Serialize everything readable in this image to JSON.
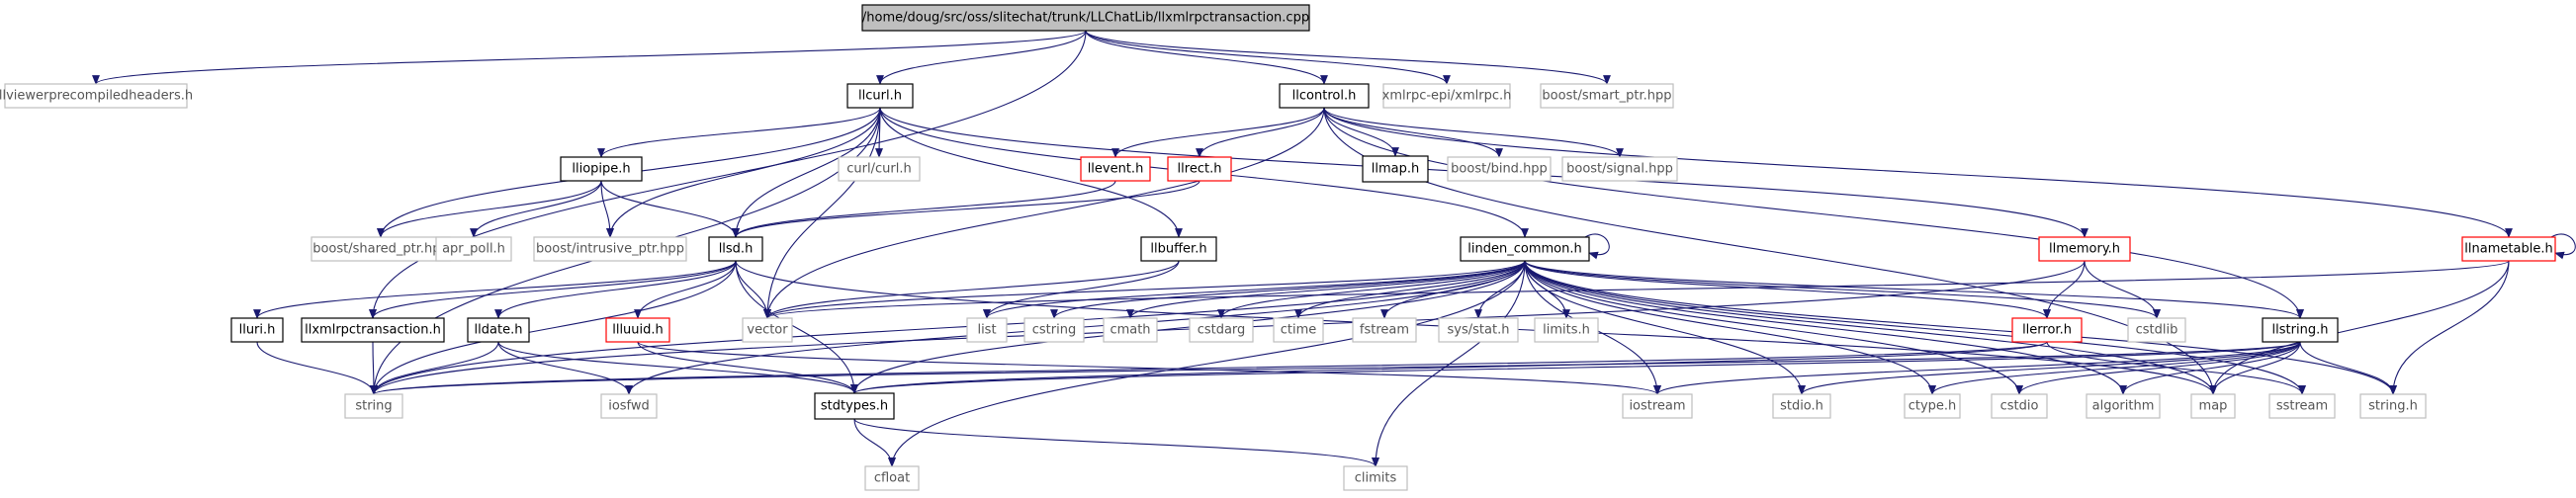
{
  "diagram": {
    "colors": {
      "edge": "#191970",
      "root_fill": "#bfbfbf",
      "documented_border": "#000000",
      "external_border": "#bfbfbf",
      "truncated_border": "#ff0000",
      "external_text": "#555555",
      "text": "#000000"
    },
    "nodes": [
      {
        "id": "root",
        "label": "/home/doug/src/oss/slitechat/trunk/LLChatLib/llxmlrpctransaction.cpp",
        "kind": "root"
      },
      {
        "id": "llviewerprecompiledheaders",
        "label": "llviewerprecompiledheaders.h",
        "kind": "external"
      },
      {
        "id": "llcurl",
        "label": "llcurl.h",
        "kind": "documented"
      },
      {
        "id": "llcontrol",
        "label": "llcontrol.h",
        "kind": "documented"
      },
      {
        "id": "xmlrpcepi",
        "label": "xmlrpc-epi/xmlrpc.h",
        "kind": "external"
      },
      {
        "id": "boostsmartptr",
        "label": "boost/smart_ptr.hpp",
        "kind": "external"
      },
      {
        "id": "lliopipe",
        "label": "lliopipe.h",
        "kind": "documented"
      },
      {
        "id": "curlcurl",
        "label": "curl/curl.h",
        "kind": "external"
      },
      {
        "id": "llevent",
        "label": "llevent.h",
        "kind": "truncated"
      },
      {
        "id": "llrect",
        "label": "llrect.h",
        "kind": "truncated"
      },
      {
        "id": "llmap",
        "label": "llmap.h",
        "kind": "documented_bold"
      },
      {
        "id": "boostbind",
        "label": "boost/bind.hpp",
        "kind": "external"
      },
      {
        "id": "boostsignal",
        "label": "boost/signal.hpp",
        "kind": "external"
      },
      {
        "id": "boostshared",
        "label": "boost/shared_ptr.hpp",
        "kind": "external"
      },
      {
        "id": "aprpoll",
        "label": "apr_poll.h",
        "kind": "external"
      },
      {
        "id": "boostintrusive",
        "label": "boost/intrusive_ptr.hpp",
        "kind": "external"
      },
      {
        "id": "llsd",
        "label": "llsd.h",
        "kind": "documented"
      },
      {
        "id": "llbuffer",
        "label": "llbuffer.h",
        "kind": "documented"
      },
      {
        "id": "lindencommon",
        "label": "linden_common.h",
        "kind": "documented"
      },
      {
        "id": "llmemory",
        "label": "llmemory.h",
        "kind": "truncated"
      },
      {
        "id": "llnametable",
        "label": "llnametable.h",
        "kind": "truncated"
      },
      {
        "id": "lluri",
        "label": "lluri.h",
        "kind": "documented"
      },
      {
        "id": "llxmlrpctransaction",
        "label": "llxmlrpctransaction.h",
        "kind": "documented"
      },
      {
        "id": "lldate",
        "label": "lldate.h",
        "kind": "documented"
      },
      {
        "id": "llluuid",
        "label": "llluuid.h",
        "kind": "truncated"
      },
      {
        "id": "vector",
        "label": "vector",
        "kind": "external"
      },
      {
        "id": "list",
        "label": "list",
        "kind": "external"
      },
      {
        "id": "cstring",
        "label": "cstring",
        "kind": "external"
      },
      {
        "id": "cmath",
        "label": "cmath",
        "kind": "external"
      },
      {
        "id": "cstdarg",
        "label": "cstdarg",
        "kind": "external"
      },
      {
        "id": "ctime",
        "label": "ctime",
        "kind": "external"
      },
      {
        "id": "fstream",
        "label": "fstream",
        "kind": "external"
      },
      {
        "id": "sysstat",
        "label": "sys/stat.h",
        "kind": "external"
      },
      {
        "id": "limits",
        "label": "limits.h",
        "kind": "external"
      },
      {
        "id": "llerror",
        "label": "llerror.h",
        "kind": "truncated"
      },
      {
        "id": "cstdlib",
        "label": "cstdlib",
        "kind": "external"
      },
      {
        "id": "llstring",
        "label": "llstring.h",
        "kind": "documented"
      },
      {
        "id": "string",
        "label": "string",
        "kind": "external"
      },
      {
        "id": "iosfwd",
        "label": "iosfwd",
        "kind": "external"
      },
      {
        "id": "stdtypes",
        "label": "stdtypes.h",
        "kind": "documented_bold"
      },
      {
        "id": "iostream",
        "label": "iostream",
        "kind": "external"
      },
      {
        "id": "stdio",
        "label": "stdio.h",
        "kind": "external"
      },
      {
        "id": "ctype",
        "label": "ctype.h",
        "kind": "external"
      },
      {
        "id": "cstdio",
        "label": "cstdio",
        "kind": "external"
      },
      {
        "id": "algorithm",
        "label": "algorithm",
        "kind": "external"
      },
      {
        "id": "map",
        "label": "map",
        "kind": "external"
      },
      {
        "id": "sstream",
        "label": "sstream",
        "kind": "external"
      },
      {
        "id": "stringh",
        "label": "string.h",
        "kind": "external"
      },
      {
        "id": "cfloat",
        "label": "cfloat",
        "kind": "external"
      },
      {
        "id": "climits",
        "label": "climits",
        "kind": "external"
      }
    ],
    "edges": [
      [
        "root",
        "llviewerprecompiledheaders"
      ],
      [
        "root",
        "llcurl"
      ],
      [
        "root",
        "llcontrol"
      ],
      [
        "root",
        "xmlrpcepi"
      ],
      [
        "root",
        "boostsmartptr"
      ],
      [
        "root",
        "llxmlrpctransaction"
      ],
      [
        "llcurl",
        "lliopipe"
      ],
      [
        "llcurl",
        "curlcurl"
      ],
      [
        "llcurl",
        "llsd"
      ],
      [
        "llcurl",
        "llbuffer"
      ],
      [
        "llcurl",
        "vector"
      ],
      [
        "llcurl",
        "string"
      ],
      [
        "llcurl",
        "boostshared"
      ],
      [
        "llcurl",
        "boostintrusive"
      ],
      [
        "llcurl",
        "lindencommon"
      ],
      [
        "llcurl",
        "llmemory"
      ],
      [
        "llcontrol",
        "llevent"
      ],
      [
        "llcontrol",
        "llrect"
      ],
      [
        "llcontrol",
        "llmap"
      ],
      [
        "llcontrol",
        "boostbind"
      ],
      [
        "llcontrol",
        "boostsignal"
      ],
      [
        "llcontrol",
        "llnametable"
      ],
      [
        "llcontrol",
        "llstring"
      ],
      [
        "llcontrol",
        "vector"
      ],
      [
        "llcontrol",
        "map"
      ],
      [
        "lliopipe",
        "boostshared"
      ],
      [
        "lliopipe",
        "aprpoll"
      ],
      [
        "lliopipe",
        "boostintrusive"
      ],
      [
        "lliopipe",
        "llsd"
      ],
      [
        "llevent",
        "llsd"
      ],
      [
        "llrect",
        "llsd"
      ],
      [
        "llsd",
        "lluri"
      ],
      [
        "llsd",
        "llxmlrpctransaction"
      ],
      [
        "llsd",
        "lldate"
      ],
      [
        "llsd",
        "llluuid"
      ],
      [
        "llsd",
        "vector"
      ],
      [
        "llsd",
        "string"
      ],
      [
        "llsd",
        "stdtypes"
      ],
      [
        "llsd",
        "map"
      ],
      [
        "llbuffer",
        "list"
      ],
      [
        "llbuffer",
        "vector"
      ],
      [
        "lindencommon",
        "lindencommon"
      ],
      [
        "lindencommon",
        "vector"
      ],
      [
        "lindencommon",
        "list"
      ],
      [
        "lindencommon",
        "cstring"
      ],
      [
        "lindencommon",
        "cmath"
      ],
      [
        "lindencommon",
        "cstdarg"
      ],
      [
        "lindencommon",
        "ctime"
      ],
      [
        "lindencommon",
        "fstream"
      ],
      [
        "lindencommon",
        "sysstat"
      ],
      [
        "lindencommon",
        "limits"
      ],
      [
        "lindencommon",
        "llerror"
      ],
      [
        "lindencommon",
        "cstdlib"
      ],
      [
        "lindencommon",
        "llstring"
      ],
      [
        "lindencommon",
        "string"
      ],
      [
        "lindencommon",
        "iosfwd"
      ],
      [
        "lindencommon",
        "stdtypes"
      ],
      [
        "lindencommon",
        "iostream"
      ],
      [
        "lindencommon",
        "stdio"
      ],
      [
        "lindencommon",
        "ctype"
      ],
      [
        "lindencommon",
        "cstdio"
      ],
      [
        "lindencommon",
        "algorithm"
      ],
      [
        "lindencommon",
        "map"
      ],
      [
        "lindencommon",
        "sstream"
      ],
      [
        "lindencommon",
        "stringh"
      ],
      [
        "lindencommon",
        "cfloat"
      ],
      [
        "lindencommon",
        "climits"
      ],
      [
        "llmemory",
        "cstdlib"
      ],
      [
        "llmemory",
        "llerror"
      ],
      [
        "llmemory",
        "string"
      ],
      [
        "llnametable",
        "llnametable"
      ],
      [
        "llnametable",
        "vector"
      ],
      [
        "llnametable",
        "map"
      ],
      [
        "llnametable",
        "stringh"
      ],
      [
        "lluri",
        "string"
      ],
      [
        "llxmlrpctransaction",
        "string"
      ],
      [
        "lldate",
        "string"
      ],
      [
        "lldate",
        "iosfwd"
      ],
      [
        "lldate",
        "stdtypes"
      ],
      [
        "llluuid",
        "stdtypes"
      ],
      [
        "llluuid",
        "iostream"
      ],
      [
        "llerror",
        "string"
      ],
      [
        "llerror",
        "stdtypes"
      ],
      [
        "llerror",
        "sstream"
      ],
      [
        "llstring",
        "string"
      ],
      [
        "llstring",
        "stdtypes"
      ],
      [
        "llstring",
        "iostream"
      ],
      [
        "llstring",
        "stdio"
      ],
      [
        "llstring",
        "ctype"
      ],
      [
        "llstring",
        "cstdio"
      ],
      [
        "llstring",
        "algorithm"
      ],
      [
        "llstring",
        "map"
      ],
      [
        "llstring",
        "stringh"
      ],
      [
        "stdtypes",
        "cfloat"
      ],
      [
        "stdtypes",
        "climits"
      ]
    ]
  }
}
